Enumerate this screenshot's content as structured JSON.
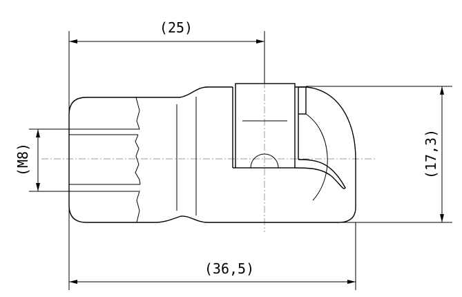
{
  "drawing": {
    "dimensions": {
      "clip_position": "(25)",
      "overall_length": "(36,5)",
      "height": "(17,3)",
      "thread": "(M8)"
    },
    "line_color": "#000000",
    "centerline_color": "#999999"
  }
}
